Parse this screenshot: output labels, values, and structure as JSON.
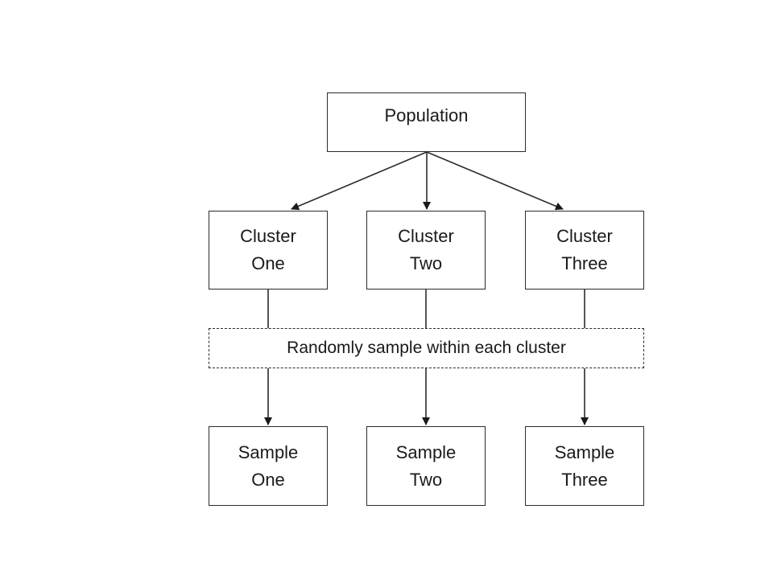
{
  "diagram": {
    "nodes": {
      "population": [
        "Population"
      ],
      "cluster_one": [
        "Cluster",
        "One"
      ],
      "cluster_two": [
        "Cluster",
        "Two"
      ],
      "cluster_three": [
        "Cluster",
        "Three"
      ],
      "sample_one": [
        "Sample",
        "One"
      ],
      "sample_two": [
        "Sample",
        "Two"
      ],
      "sample_three": [
        "Sample",
        "Three"
      ]
    },
    "sampling_step": "Randomly sample within each cluster",
    "edges": [
      {
        "from": "Population",
        "to": "Cluster One",
        "arrow": true
      },
      {
        "from": "Population",
        "to": "Cluster Two",
        "arrow": true
      },
      {
        "from": "Population",
        "to": "Cluster Three",
        "arrow": true
      },
      {
        "from": "Cluster One",
        "to": "Randomly sample within each cluster",
        "arrow": false
      },
      {
        "from": "Cluster Two",
        "to": "Randomly sample within each cluster",
        "arrow": false
      },
      {
        "from": "Cluster Three",
        "to": "Randomly sample within each cluster",
        "arrow": false
      },
      {
        "from": "Randomly sample within each cluster",
        "to": "Sample One",
        "arrow": true
      },
      {
        "from": "Randomly sample within each cluster",
        "to": "Sample Two",
        "arrow": true
      },
      {
        "from": "Randomly sample within each cluster",
        "to": "Sample Three",
        "arrow": true
      }
    ],
    "line_color": "#2b2b2b",
    "text_color": "#1a1a1a",
    "band_border_style": "dashed"
  }
}
